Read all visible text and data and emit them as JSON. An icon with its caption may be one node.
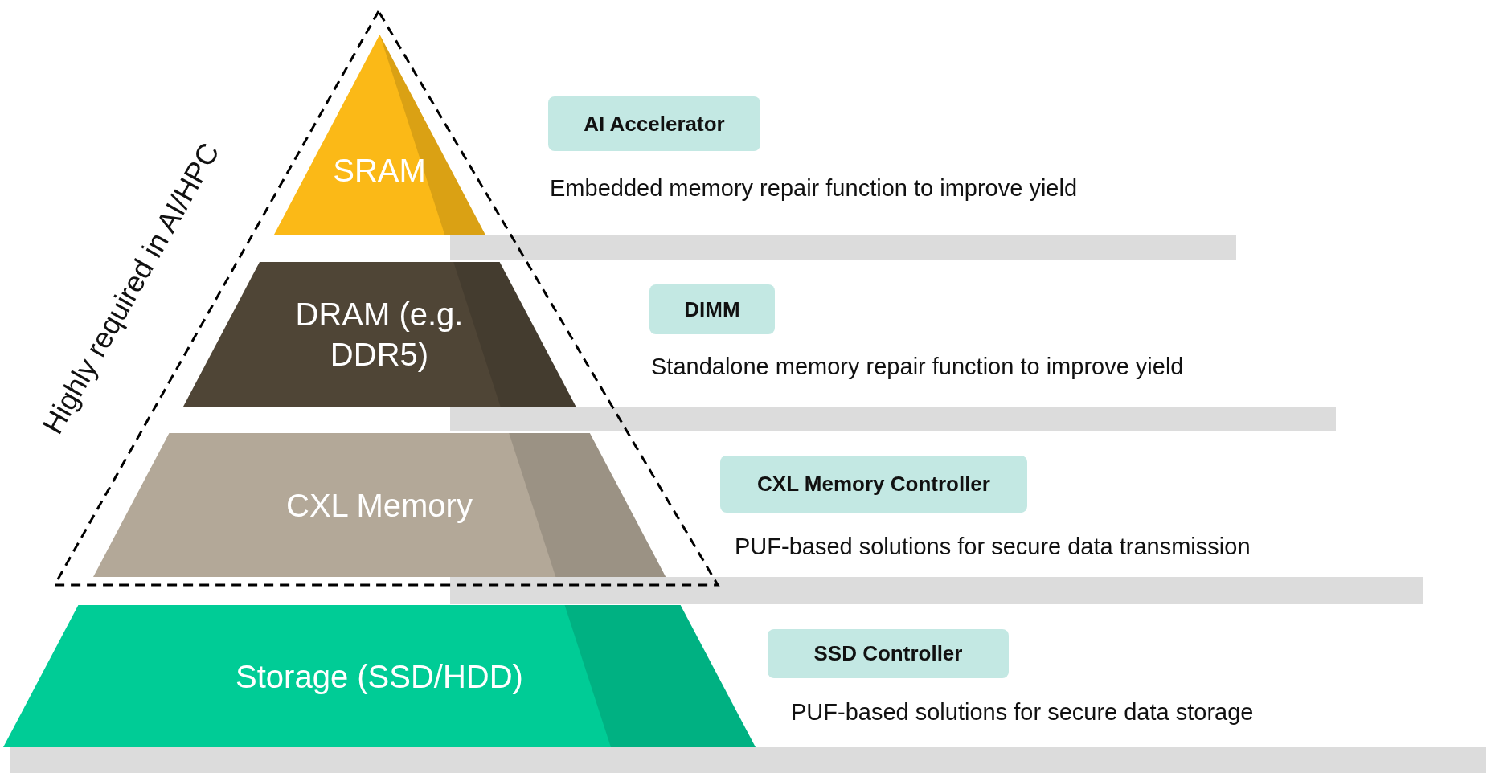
{
  "diagram": {
    "nodes": [
      {
        "text": [
          "Highly required in AI/HPC"
        ]
      },
      {
        "text": [
          "SRAM"
        ],
        "in": 0
      },
      {
        "text": [
          "DRAM (e.g. DDR5)"
        ],
        "in": 0
      },
      {
        "text": [
          "CXL Memory"
        ],
        "in": 0
      },
      {
        "text": [
          "Storage (SSD/HDD)"
        ]
      },
      {
        "text": [
          "AI Accelerator"
        ],
        "beside": [
          "Embedded memory repair function to improve yield"
        ]
      },
      {
        "text": [
          "DIMM"
        ],
        "beside": [
          "Standalone memory repair function to improve yield"
        ]
      },
      {
        "text": [
          "CXL Memory Controller"
        ],
        "beside": [
          "PUF-based solutions for secure data transmission"
        ]
      },
      {
        "text": [
          "SSD Controller"
        ],
        "beside": [
          "PUF-based solutions for secure data storage"
        ]
      },
      {
        "text": [],
        "shape": "bar"
      },
      {
        "text": [],
        "shape": "bar"
      },
      {
        "text": [],
        "shape": "bar"
      },
      {
        "text": [],
        "shape": "bar"
      }
    ]
  }
}
